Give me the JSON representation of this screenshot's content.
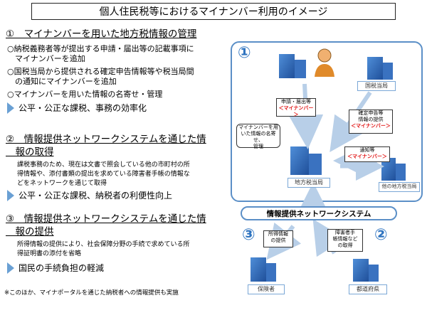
{
  "title": "個人住民税等におけるマイナンバー利用のイメージ",
  "sections": [
    {
      "head": "①　マイナンバーを用いた地方税情報の管理",
      "items": [
        "○納税義務者等が提出する申請・届出等の記載事項に",
        "　マイナンバーを追加",
        "○国税当局から提供される確定申告情報等や税当局間",
        "　の通知にマイナンバーを追加",
        "○マイナンバーを用いた情報の名寄せ・管理"
      ],
      "result": "公平・公正な課税、事務の効率化"
    },
    {
      "head_line1": "②　情報提供ネットワークシステムを通じた情",
      "head_line2": "　報の取得",
      "items": [
        "課税事務のため、現在は文書で照会している他の市町村の所",
        "得情報や、添付書類の提出を求めている障害者手帳の情報な",
        "どをネットワークを通じて取得"
      ],
      "result": "公平・公正な課税、納税者の利便性向上"
    },
    {
      "head_line1": "③　情報提供ネットワークシステムを通じた情",
      "head_line2": "　報の提供",
      "items": [
        "所得情報の提供により、社会保障分野の手続で求めている所",
        "得証明書の添付を省略"
      ],
      "result": "国民の手続負担の軽減"
    }
  ],
  "footnote": "※このほか、マイナポータルを通じた納税者への情報提供も実施",
  "diagram": {
    "badge1": "①",
    "badge2": "②",
    "badge3": "③",
    "national_tax": "国税当局",
    "local_tax": "地方税当局",
    "other_local": "他の地方税当局",
    "welfare": "保険者",
    "prefecture": "都道府県",
    "network": "情報提供ネットワークシステム",
    "note_apply": "申請・届出等",
    "note_apply_red": "＜マイナンバー＞",
    "note_confirm": "確定申告等\n情報の提供",
    "note_confirm_red": "＜マイナンバー＞",
    "note_notice": "通知等",
    "note_notice_red": "＜マイナンバー＞",
    "note_manage": "マイナンバーを用\nいた情報の名寄せ、\n管理",
    "note_income": "所得情報\nの提供",
    "note_disability": "障害者手\n帳情報など\nの取得"
  }
}
